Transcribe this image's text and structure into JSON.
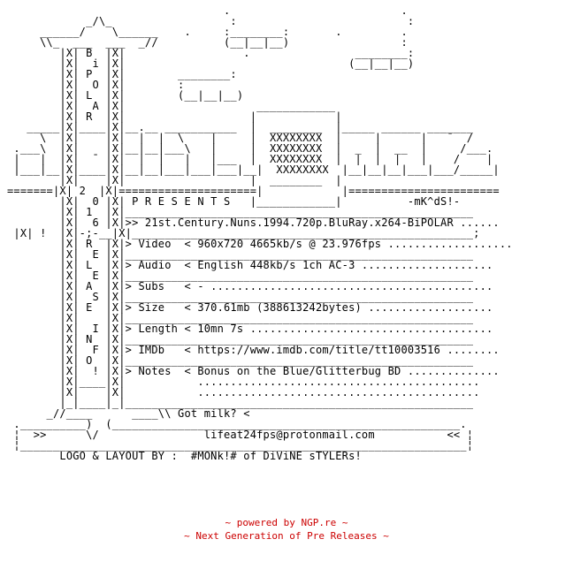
{
  "nfo": {
    "lines": [
      "                                 .                          .",
      "            _/\\_                  :                          :",
      "     ______/    \\______    .     :________:       .         .",
      "     \\\\_  ___  ___  _//          (__|__|__)                 :",
      "        |X| B  |X|                  .                ________:",
      "        |X|  i |X|                                  (__|__|__)",
      "        |X| P  |X|        ________:",
      "        |X|  O |X|        :",
      "        |X| L  |X|        (__|__|__)",
      "        |X|  A |X|                    ____________",
      "        |X| R  |X|                   |            |",
      "   _____|X|____|X|__.__ ___________  |  ________  |_____ ______ _______",
      "     \\  |X|    |X|  |  |  \\    |     |  XXXXXXXX  |     |      |   ¯  /",
      " .___\\  |X|    |X|__|__|___\\   |     |  XXXXXXXX  |  _  |  __  |     /___.",
      " |   |  |X|  ¯ |X|  |  |   |   |___  |  XXXXXXXX  |  |  |  |   |    /    |",
      " |___|__|X|____|X|__|__|___|___|___|__|  XXXXXXXX  |__|__|__|___|___/_____|",
      "        |X|    |X|                   |  ________  |",
      "=======|X| 2  |X|=====================|            |=======================",
      "        |X|  0 |X| P R E S E N T S   |____________|          -mK^dS!-",
      "        |X| 1  |X|_____________________________________________________",
      "        |X|  6 |X|>> 21st.Century.Nuns.1994.720p.BluRay.x264-BiPOLAR ......",
      " |X| !  |X|-;-__|X|____________________________________________________;",
      "        |X| R  |X|> Video  < 960x720 4665kb/s @ 23.976fps ...................",
      "        |X|  E |X|_____________________________________________________",
      "        |X| L  |X|> Audio  < English 448kb/s 1ch AC-3 ....................",
      "        |X|  E |X|_____________________________________________________",
      "        |X| A  |X|> Subs   < - ...........................................",
      "        |X|  S |X|_____________________________________________________",
      "        |X| E  |X|> Size   < 370.61mb (388613242bytes) ...................",
      "        |X|    |X|_____________________________________________________",
      "        |X|  I |X|> Length < 10mn 7s .....................................",
      "        |X| N  |X|_____________________________________________________",
      "        |X|  F |X|> IMDb   < https://www.imdb.com/title/tt10003516 ........",
      "        |X| O  |X|_____________________________________________________",
      "        |X|  ! |X|> Notes  < Bonus on the Blue/Glitterbug BD ..............",
      "        |X|____|X|           ...........................................",
      "        |X|    |X|           ...........................................",
      "        |_|____|_|_____________________________________________________",
      "      _//____      ____\\\\ Got milk? <",
      " .__________)  (_____________________________________________________.",
      " ¦  >>      \\/                lifeat24fps@protonmail.com           << ¦",
      " ¦____________________________________________________________________¦",
      "        LOGO & LAYOUT BY :  #MONk!# of DiViNE sTYLERs!"
    ]
  },
  "footer": {
    "powered": "~ powered by NGP.re ~",
    "tagline": "~ Next Generation of Pre Releases ~"
  },
  "colors": {
    "text": "#000000",
    "footer": "#cc0000",
    "background": "#ffffff"
  }
}
